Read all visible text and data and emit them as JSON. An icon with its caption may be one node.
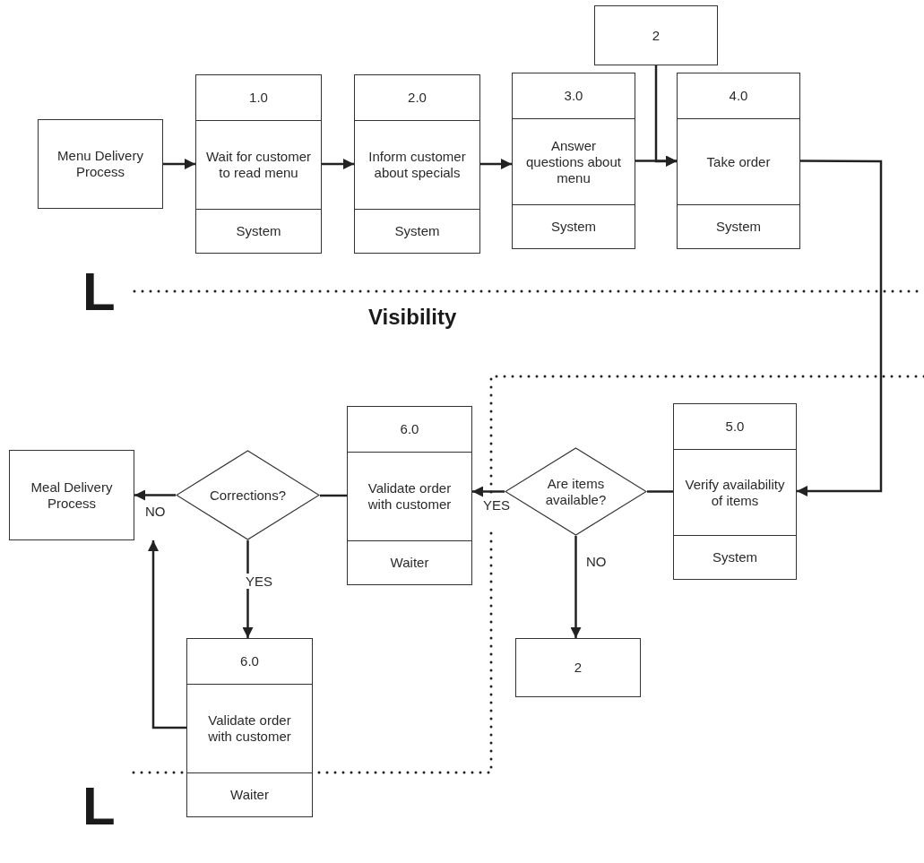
{
  "diagram": {
    "nodes": [
      {
        "text": [
          "2"
        ]
      },
      {
        "text": [
          "Menu Delivery Process"
        ]
      },
      {
        "text": [
          "1.0",
          "Wait for customer to read menu",
          "System"
        ]
      },
      {
        "text": [
          "2.0",
          "Inform customer about specials",
          "System"
        ]
      },
      {
        "text": [
          "3.0",
          "Answer questions about menu",
          "System"
        ]
      },
      {
        "text": [
          "4.0",
          "Take order",
          "System"
        ]
      },
      {
        "text": [
          "Meal Delivery Process"
        ]
      },
      {
        "text": [
          "Corrections?"
        ]
      },
      {
        "text": [
          "6.0",
          "Validate order with customer",
          "Waiter"
        ]
      },
      {
        "text": [
          "Are items available?"
        ]
      },
      {
        "text": [
          "5.0",
          "Verify availability of items",
          "System"
        ]
      },
      {
        "text": [
          "2"
        ]
      },
      {
        "text": [
          "6.0",
          "Validate order with customer",
          "Waiter"
        ]
      }
    ],
    "edges": [
      {
        "from": 1,
        "to": 2,
        "arrow": "to"
      },
      {
        "from": 2,
        "to": 3,
        "arrow": "to"
      },
      {
        "from": 3,
        "to": 4,
        "arrow": "to"
      },
      {
        "from": 0,
        "to": 5,
        "arrow": "to"
      },
      {
        "from": 4,
        "to": 5,
        "arrow": "to"
      },
      {
        "from": 5,
        "to": 10,
        "arrow": "to"
      },
      {
        "from": 10,
        "to": 9,
        "arrow": "none"
      },
      {
        "from": 9,
        "to": 8,
        "arrow": "to",
        "label": "YES"
      },
      {
        "from": 9,
        "to": 11,
        "arrow": "to",
        "label": "NO"
      },
      {
        "from": 8,
        "to": 7,
        "arrow": "none"
      },
      {
        "from": 7,
        "to": 6,
        "arrow": "to",
        "label": "NO"
      },
      {
        "from": 7,
        "to": 12,
        "arrow": "to",
        "label": "YES"
      },
      {
        "from": 12,
        "to": 6,
        "arrow": "to"
      }
    ],
    "labels": [
      "L",
      "Visibility",
      "L"
    ]
  }
}
